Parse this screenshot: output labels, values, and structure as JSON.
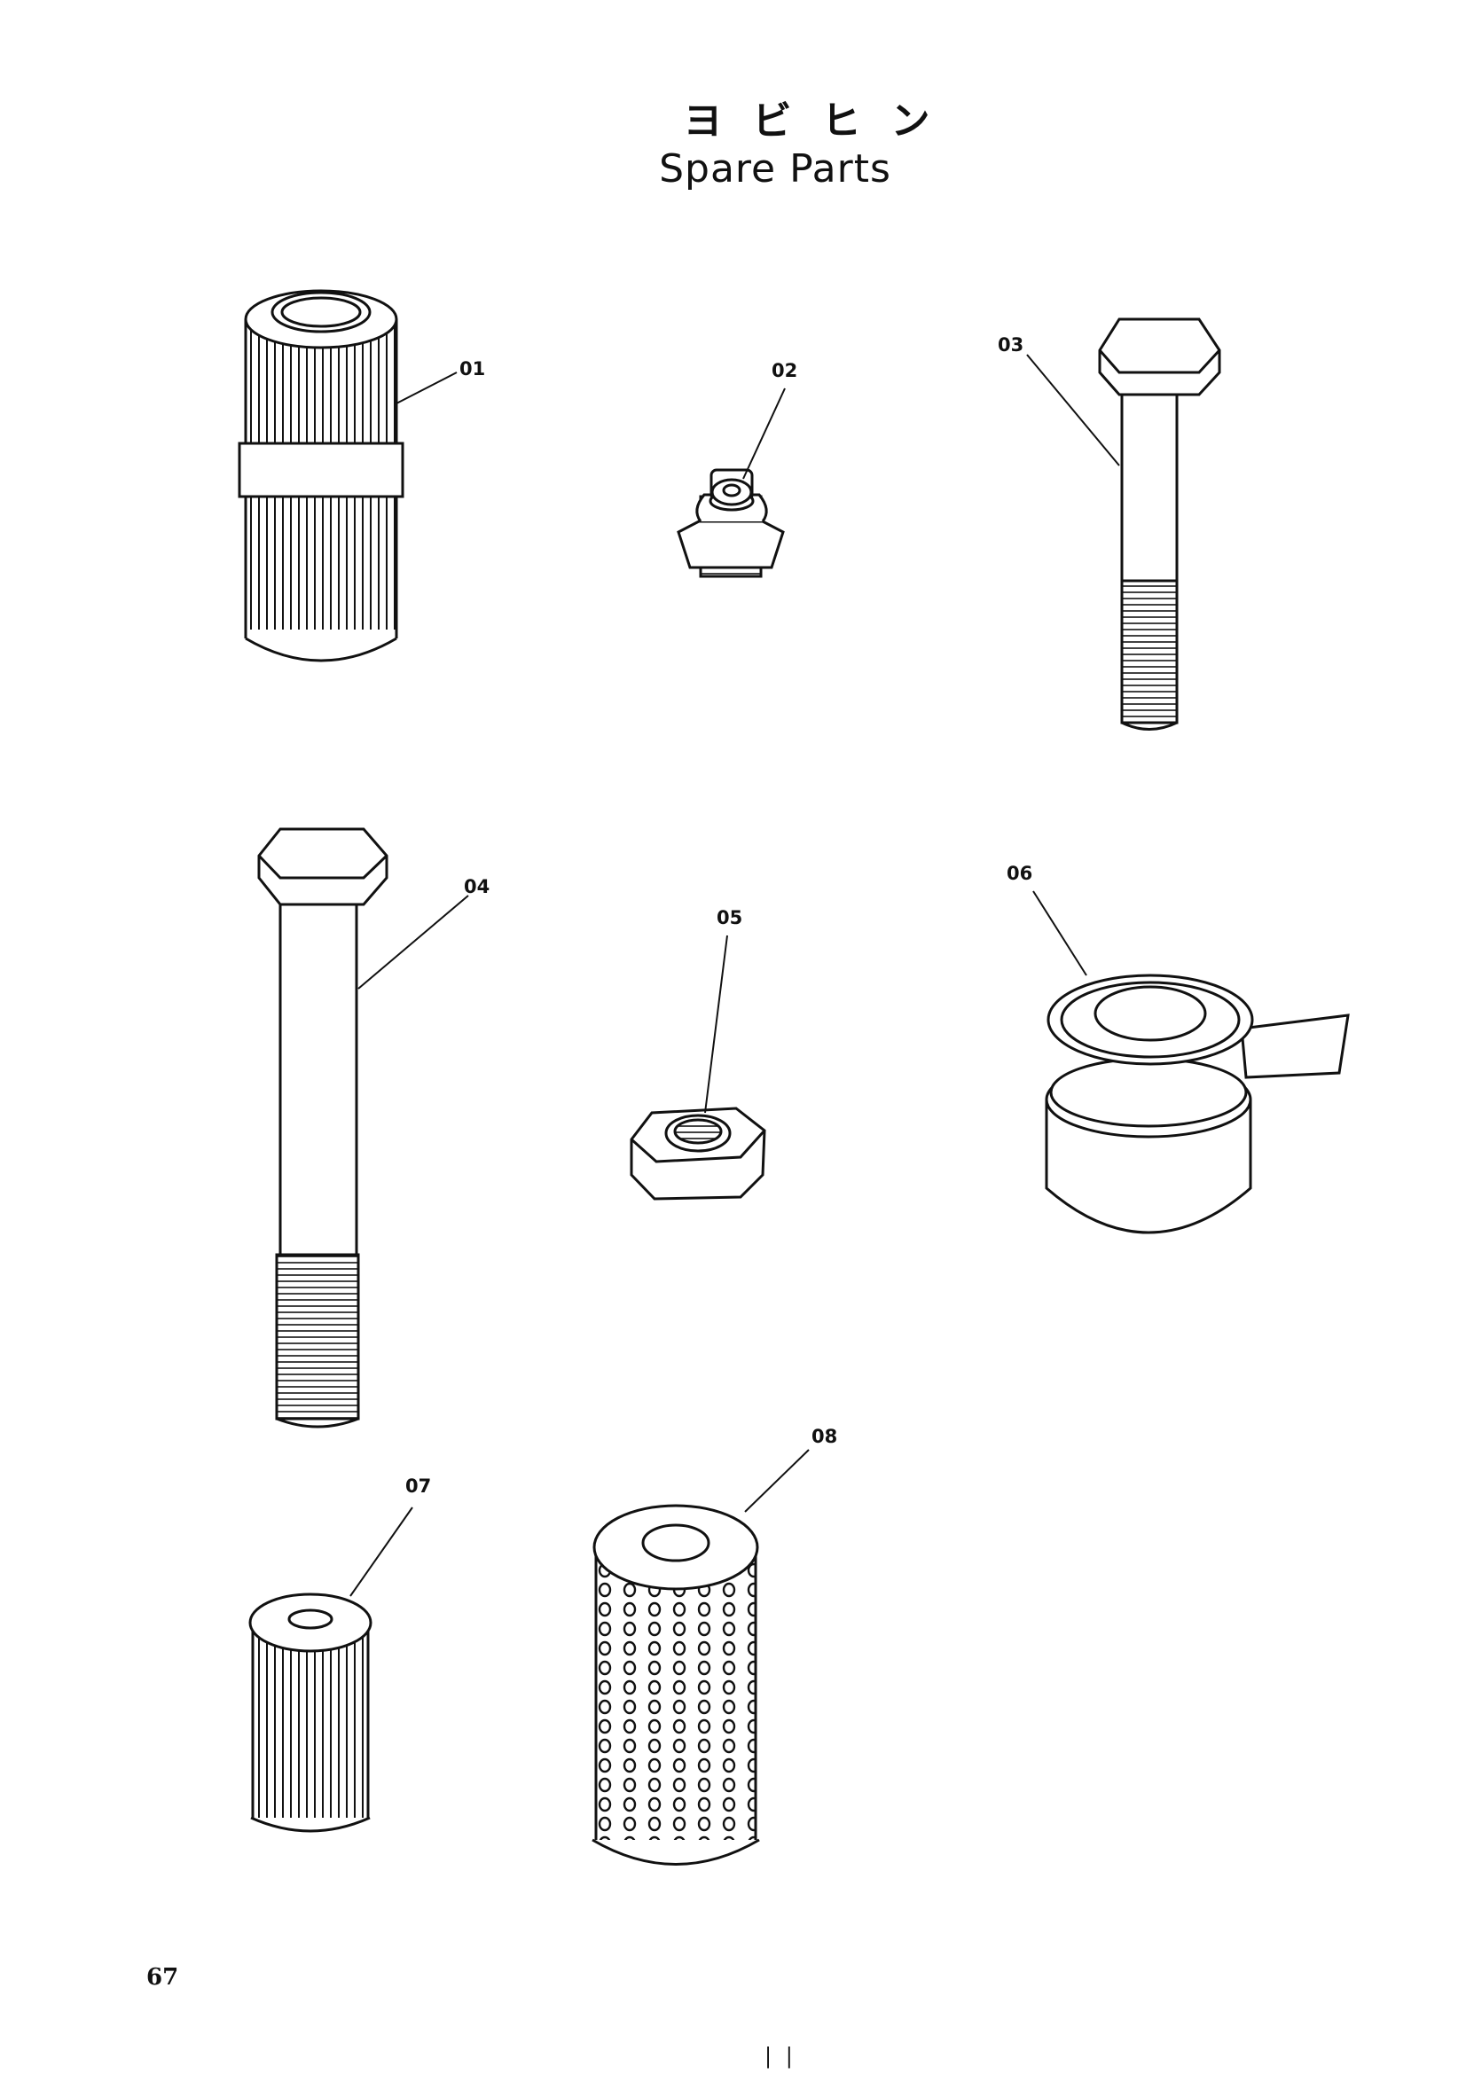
{
  "header": {
    "title_jp": "ヨビヒン",
    "title_en": "Spare Parts"
  },
  "parts": [
    {
      "callout": "01",
      "icon": "pleated-filter-element"
    },
    {
      "callout": "02",
      "icon": "grease-nipple"
    },
    {
      "callout": "03",
      "icon": "hex-bolt"
    },
    {
      "callout": "04",
      "icon": "long-hex-bolt"
    },
    {
      "callout": "05",
      "icon": "hex-nut"
    },
    {
      "callout": "06",
      "icon": "oil-seal"
    },
    {
      "callout": "07",
      "icon": "small-filter-element"
    },
    {
      "callout": "08",
      "icon": "perforated-strainer"
    }
  ],
  "footer": {
    "page_number": "67",
    "mark": "| |"
  }
}
